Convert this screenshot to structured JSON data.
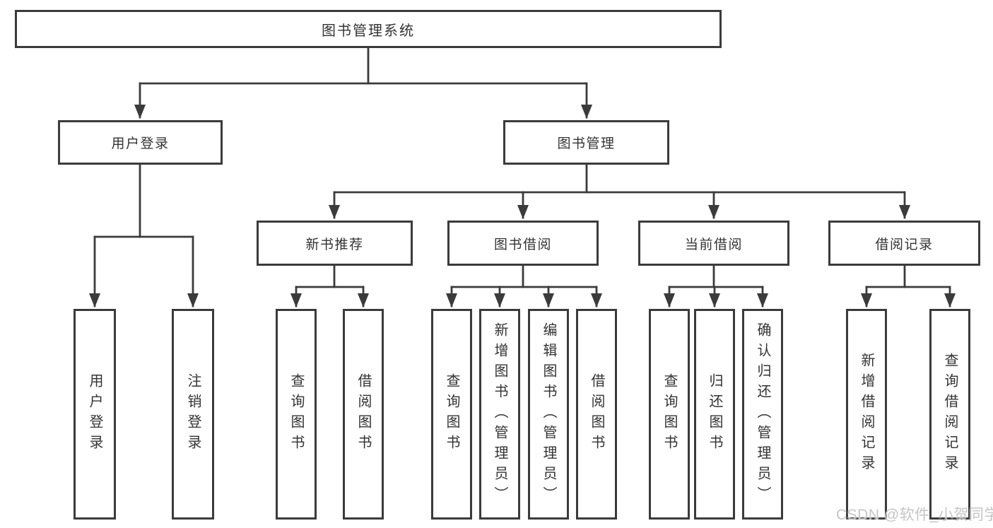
{
  "tree": {
    "root": {
      "label": "图书管理系统"
    },
    "branches": [
      {
        "label": "用户登录",
        "children": [
          {
            "label": "用户登录"
          },
          {
            "label": "注销登录"
          }
        ]
      },
      {
        "label": "图书管理",
        "children": [
          {
            "label": "新书推荐",
            "children": [
              {
                "label": "查询图书"
              },
              {
                "label": "借阅图书"
              }
            ]
          },
          {
            "label": "图书借阅",
            "children": [
              {
                "label": "查询图书"
              },
              {
                "label": "新增图书（管理员）"
              },
              {
                "label": "编辑图书（管理员）"
              },
              {
                "label": "借阅图书"
              }
            ]
          },
          {
            "label": "当前借阅",
            "children": [
              {
                "label": "查询图书"
              },
              {
                "label": "归还图书"
              },
              {
                "label": "确认归还（管理员）"
              }
            ]
          },
          {
            "label": "借阅记录",
            "children": [
              {
                "label": "新增借阅记录"
              },
              {
                "label": "查询借阅记录"
              }
            ]
          }
        ]
      }
    ]
  },
  "watermark": {
    "text": "CSDN @软件_小贺同学"
  },
  "colors": {
    "line": "#3b3b3b",
    "text": "#333333",
    "watermark": "#c5c5c5",
    "background": "#ffffff"
  }
}
